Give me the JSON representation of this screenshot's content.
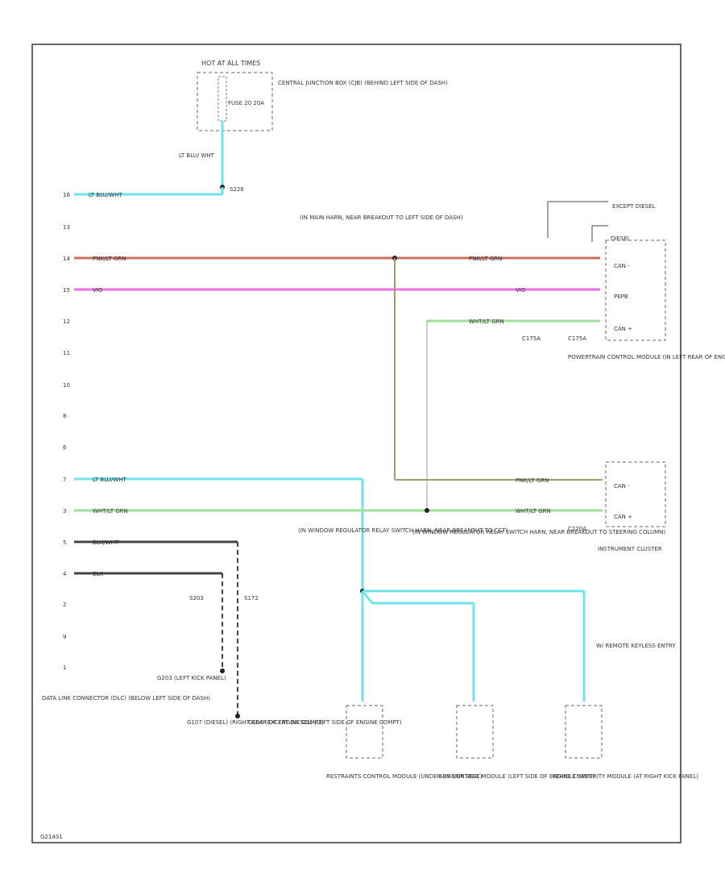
{
  "colors": {
    "lt_blu_wht": "#6fe3ec",
    "pnk_lt_grn": "#c9705f",
    "vio": "#f06de8",
    "wht_lt_grn": "#9fdf9a",
    "gray_wire": "#444444",
    "frame": "#333333",
    "tan_wire": "#a49a6a"
  },
  "fuse": {
    "hot_label": "HOT AT ALL TIMES",
    "fuse_label": "FUSE 20 20A",
    "cjb_label": "CENTRAL JUNCTION BOX (CJB) (BEHIND LEFT SIDE OF DASH)"
  },
  "wire_labels": {
    "lt_blu_wht_short": "LT BLU/ WHT",
    "s226_label": "S226",
    "lt_blu_wht": "LT BLU/WHT",
    "pnk_lt_grn": "PNK/LT GRN",
    "vio": "VIO",
    "wht_lt_grn": "WHT/LT GRN",
    "blk_wht": "BLK/WHT",
    "blk": "BLK",
    "c175a_left": "C175A",
    "c175a_right": "C175A"
  },
  "pins": {
    "p16": "16",
    "p13": "13",
    "p14": "14",
    "p15": "15",
    "p12": "12",
    "p11": "11",
    "p10": "10",
    "p8": "8",
    "p6": "6",
    "p7": "7",
    "p9": "9",
    "p5": "5",
    "p4": "4",
    "p3": "3",
    "p2": "2",
    "p1": "1"
  },
  "splices": {
    "s_dash_harness": "(IN MAIN HARN, NEAR BREAKOUT TO LEFT SIDE OF DASH)",
    "s_window": "(IN WINDOW REGULATOR RELAY SWITCH HARN, NEAR BREAKOUT TO STEERING COLUMN)",
    "s_relay_switch": "(IN WINDOW REGULATOR RELAY SWITCH HARN, NEAR BREAKOUT TO CCT)",
    "s203": "S203",
    "s172": "S172",
    "g203": "G203 (LEFT KICK PANEL)",
    "g107": "G107 (DIESEL) (RIGHT REAR OF ENGINE COMPT)",
    "g104": "G104 (EXCEPT DIESEL) (LEFT SIDE OF ENGINE COMPT)"
  },
  "components": {
    "except_diesel": "EXCEPT DIESEL",
    "diesel": "DIESEL",
    "pcm_can_minus": "CAN -",
    "pcm_pepb": "PEPB",
    "pcm_can_plus": "CAN +",
    "pcm_label": "POWERTRAIN CONTROL MODULE (IN LEFT REAR OF ENGINE COMPT, NEAR BRAKE MASTER CYLINDER)",
    "ic_can_minus": "CAN -",
    "ic_can_plus": "CAN +",
    "ic_connector": "C220A",
    "ic_label": "INSTRUMENT CLUSTER",
    "dlc_label": "DATA LINK CONNECTOR (DLC) (BELOW LEFT SIDE OF DASH)",
    "rcm_label": "RESTRAINTS CONTROL MODULE (UNDER DRIVER SEAT)",
    "abs_label": "ABS CONTROL MODULE (LEFT SIDE OF ENGINE COMPT)",
    "vsm_label": "VEHICLE SECURITY MODULE (AT RIGHT KICK PANEL)",
    "keyless_label": "W/ REMOTE KEYLESS ENTRY",
    "footer_code": "G21431"
  }
}
